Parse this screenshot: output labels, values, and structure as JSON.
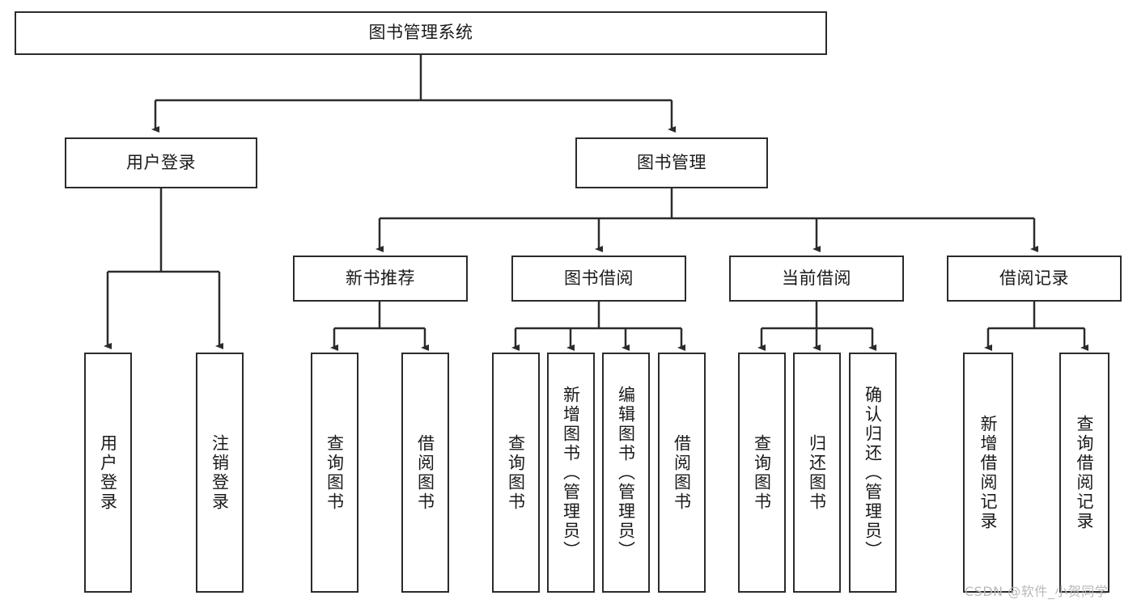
{
  "diagram": {
    "title_text": "图书管理系统",
    "root": {
      "label": "图书管理系统"
    },
    "level1": [
      {
        "label": "用户登录"
      },
      {
        "label": "图书管理"
      }
    ],
    "level2": [
      {
        "label": "新书推荐"
      },
      {
        "label": "图书借阅"
      },
      {
        "label": "当前借阅"
      },
      {
        "label": "借阅记录"
      }
    ],
    "leaves": {
      "user_login": [
        {
          "label": "用户登录"
        },
        {
          "label": "注销登录"
        }
      ],
      "new_book_recommend": [
        {
          "label": "查询图书"
        },
        {
          "label": "借阅图书"
        }
      ],
      "book_borrow": [
        {
          "label": "查询图书"
        },
        {
          "label": "新增图书（管理员）"
        },
        {
          "label": "编辑图书（管理员）"
        },
        {
          "label": "借阅图书"
        }
      ],
      "current_borrow": [
        {
          "label": "查询图书"
        },
        {
          "label": "归还图书"
        },
        {
          "label": "确认归还（管理员）"
        }
      ],
      "borrow_record": [
        {
          "label": "新增借阅记录"
        },
        {
          "label": "查询借阅记录"
        }
      ]
    }
  },
  "watermark": {
    "text": "CSDN @软件_小贺同学"
  },
  "colors": {
    "stroke": "#2b2b2b",
    "background": "#ffffff",
    "text": "#1a1a1a",
    "watermark": "#b9b9b9"
  }
}
